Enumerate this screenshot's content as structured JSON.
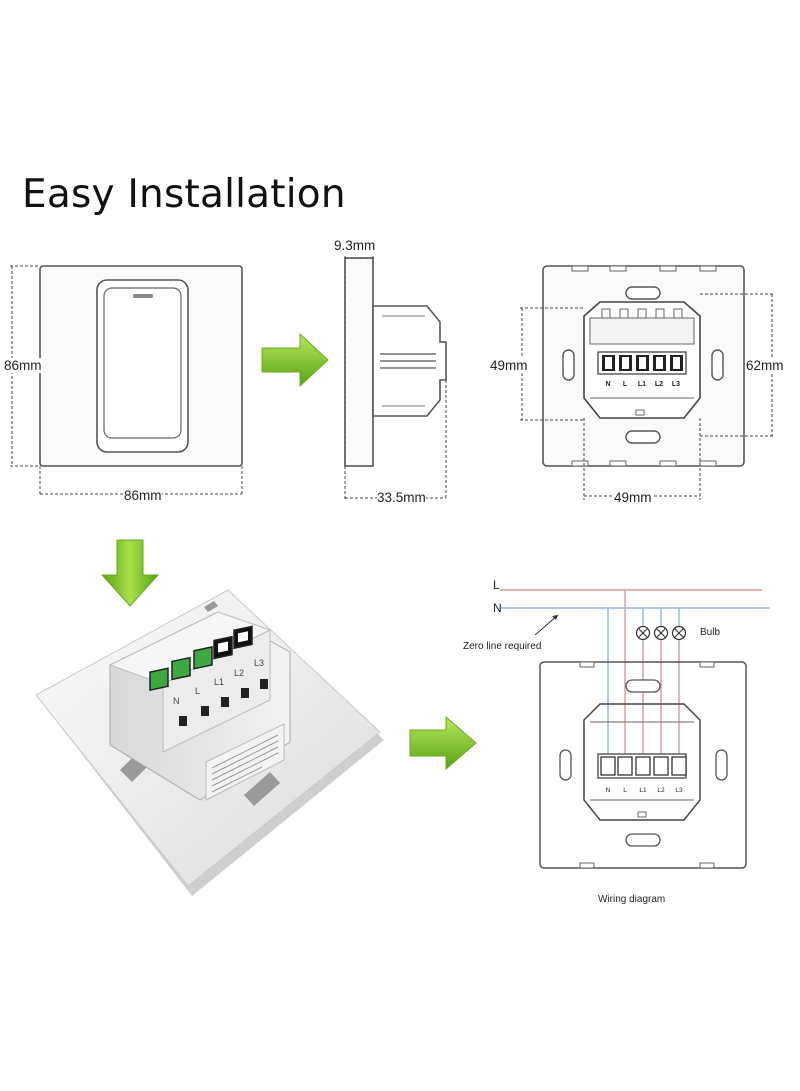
{
  "title": "Easy Installation",
  "colors": {
    "arrow_green": "#7cc625",
    "arrow_green_dark": "#5a9e15",
    "terminal_green": "#3ea843",
    "live_wire": "#d89a9a",
    "neutral_wire": "#8fb6dd"
  },
  "front_view": {
    "height_label": "86mm",
    "width_label": "86mm"
  },
  "side_view": {
    "depth_front_label": "9.3mm",
    "depth_back_label": "33.5mm"
  },
  "back_view": {
    "left_label": "49mm",
    "right_label": "62mm",
    "bottom_label": "49mm",
    "terminals": [
      "N",
      "L",
      "L1",
      "L2",
      "L3"
    ]
  },
  "photo": {
    "terminals": [
      "N",
      "L",
      "L1",
      "L2",
      "L3"
    ]
  },
  "wiring": {
    "line_label": "L",
    "neutral_label": "N",
    "zero_line_label": "Zero line required",
    "bulb_label": "Bulb",
    "terminals": [
      "N",
      "L",
      "L1",
      "L2",
      "L3"
    ],
    "caption": "Wiring diagram"
  }
}
